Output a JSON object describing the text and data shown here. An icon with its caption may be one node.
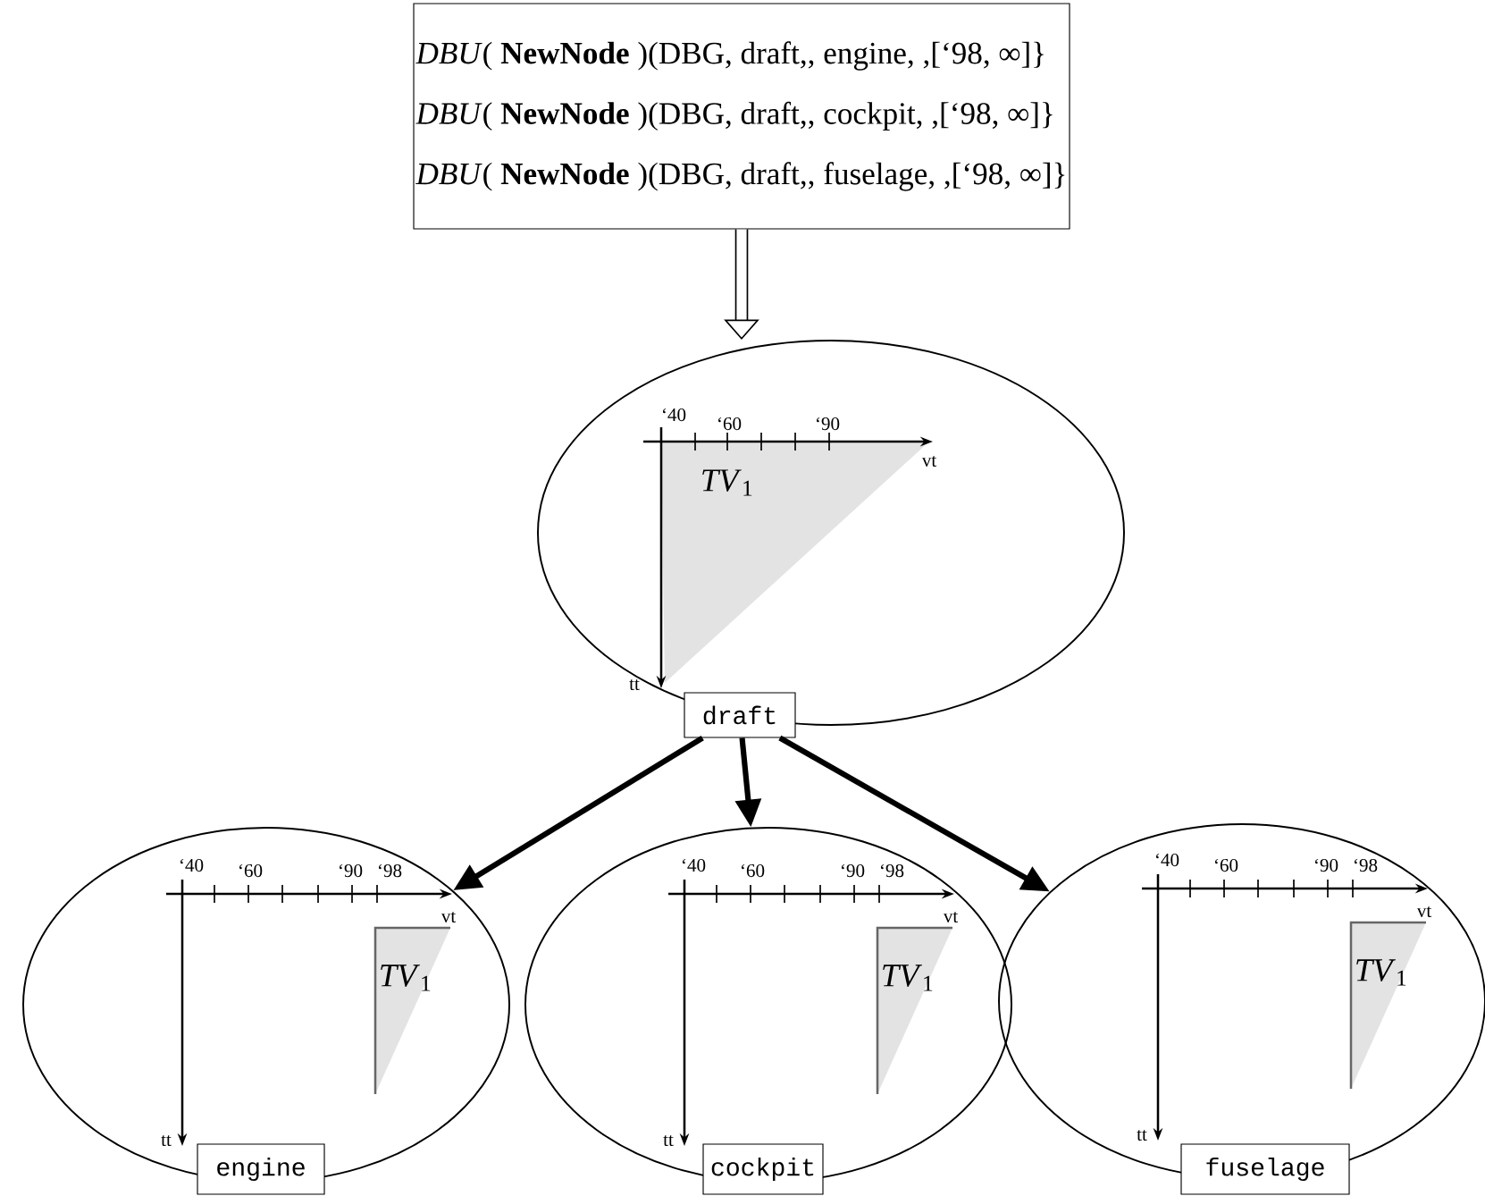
{
  "diagram": {
    "nodes": [
      {
        "text": [
          "*DBU*( **NewNode** )(DBG, draft,, engine, ,[‘98, ∞]}",
          "*DBU*( **NewNode** )(DBG, draft,, cockpit, ,[‘98, ∞]}",
          "*DBU*( **NewNode** )(DBG, draft,, fuselage, ,[‘98, ∞]}"
        ]
      },
      {
        "text": [],
        "shape": "ellipse"
      },
      {
        "text": [
          "draft"
        ]
      },
      {
        "text": [],
        "shape": "ellipse"
      },
      {
        "text": [
          "engine"
        ]
      },
      {
        "text": [],
        "shape": "ellipse"
      },
      {
        "text": [
          "cockpit"
        ]
      },
      {
        "text": [],
        "shape": "ellipse"
      },
      {
        "text": [
          "fuselage"
        ]
      }
    ],
    "edges": [
      {
        "from": 0,
        "to": 1,
        "arrow": "to",
        "style": "thick"
      },
      {
        "from": 2,
        "to": 3,
        "arrow": "to"
      },
      {
        "from": 2,
        "to": 5,
        "arrow": "to"
      },
      {
        "from": 2,
        "to": 7,
        "arrow": "to"
      }
    ],
    "labels": [
      "‘40",
      "‘60",
      "‘90",
      "vt",
      "*TV*$_{1}$",
      "tt",
      "‘40",
      "‘60",
      "‘90",
      "‘98",
      "vt",
      "*TV*$_{1}$",
      "tt",
      "‘40",
      "‘60",
      "‘90",
      "‘98",
      "vt",
      "*TV*$_{1}$",
      "tt",
      "‘40",
      "‘60",
      "‘90",
      "‘98",
      "vt",
      "*TV*$_{1}$",
      "tt"
    ]
  }
}
